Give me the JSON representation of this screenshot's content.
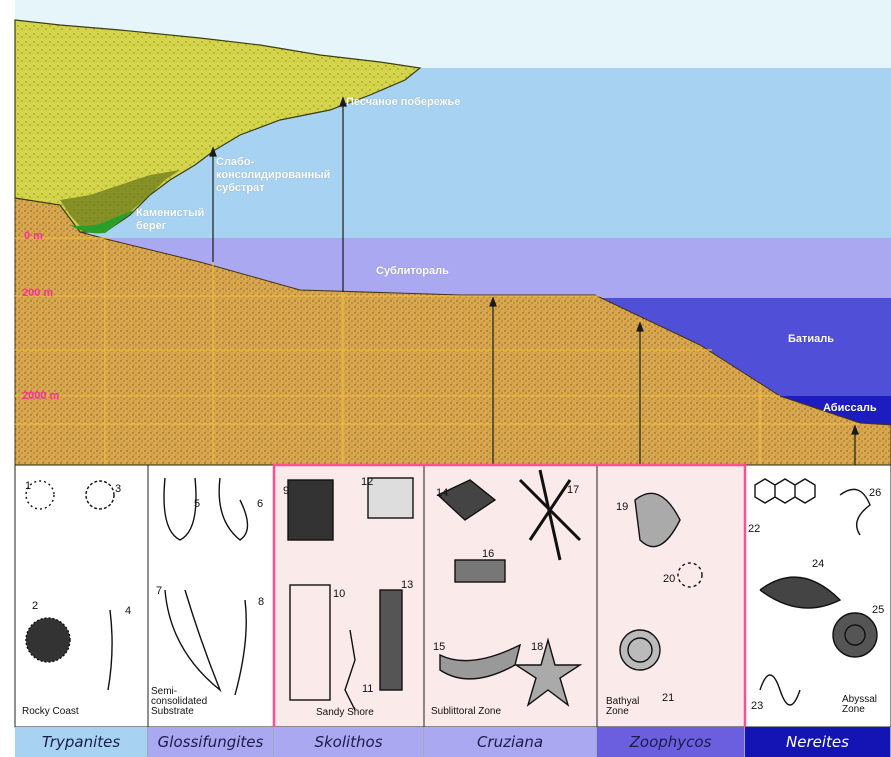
{
  "environments": {
    "sandy_coast": "Песчаное побережье",
    "semi_consolidated": "Слабо-\nконсолидированный\nсубстрат",
    "rocky_coast": "Каменистый\nберег",
    "sublittoral": "Сублитораль",
    "bathyal": "Батиаль",
    "abyssal": "Абиссаль"
  },
  "depths": [
    "0 m",
    "200 m",
    "2000 m"
  ],
  "panels": [
    {
      "caption": "Rocky Coast",
      "numbers": [
        "1",
        "2",
        "3",
        "4"
      ]
    },
    {
      "caption": "Semi-\nconsolidated\nSubstrate",
      "numbers": [
        "5",
        "6",
        "7",
        "8"
      ]
    },
    {
      "caption": "Sandy Shore",
      "numbers": [
        "9",
        "10",
        "11",
        "12",
        "13"
      ]
    },
    {
      "caption": "Sublittoral Zone",
      "numbers": [
        "14",
        "15",
        "16",
        "17",
        "18"
      ]
    },
    {
      "caption": "Bathyal\nZone",
      "numbers": [
        "19",
        "20",
        "21"
      ]
    },
    {
      "caption": "Abyssal\nZone",
      "numbers": [
        "22",
        "23",
        "24",
        "25",
        "26"
      ]
    }
  ],
  "ichnofacies": [
    "Trypanites",
    "Glossifungites",
    "Skolithos",
    "Cruziana",
    "Zoophycos",
    "Nereites"
  ],
  "colors": {
    "sky": "#e6f5fa",
    "shallow_water": "#a8d2f2",
    "sublittoral_band": "#a9a8f0",
    "bathyal_water": "#4f4fd8",
    "abyssal_water": "#1c1cc0",
    "sediment": "#d9a84e",
    "cliff": "#cfcf45",
    "highlight_box": "#ff4f8f",
    "depth_label": "#ff2fa0"
  }
}
